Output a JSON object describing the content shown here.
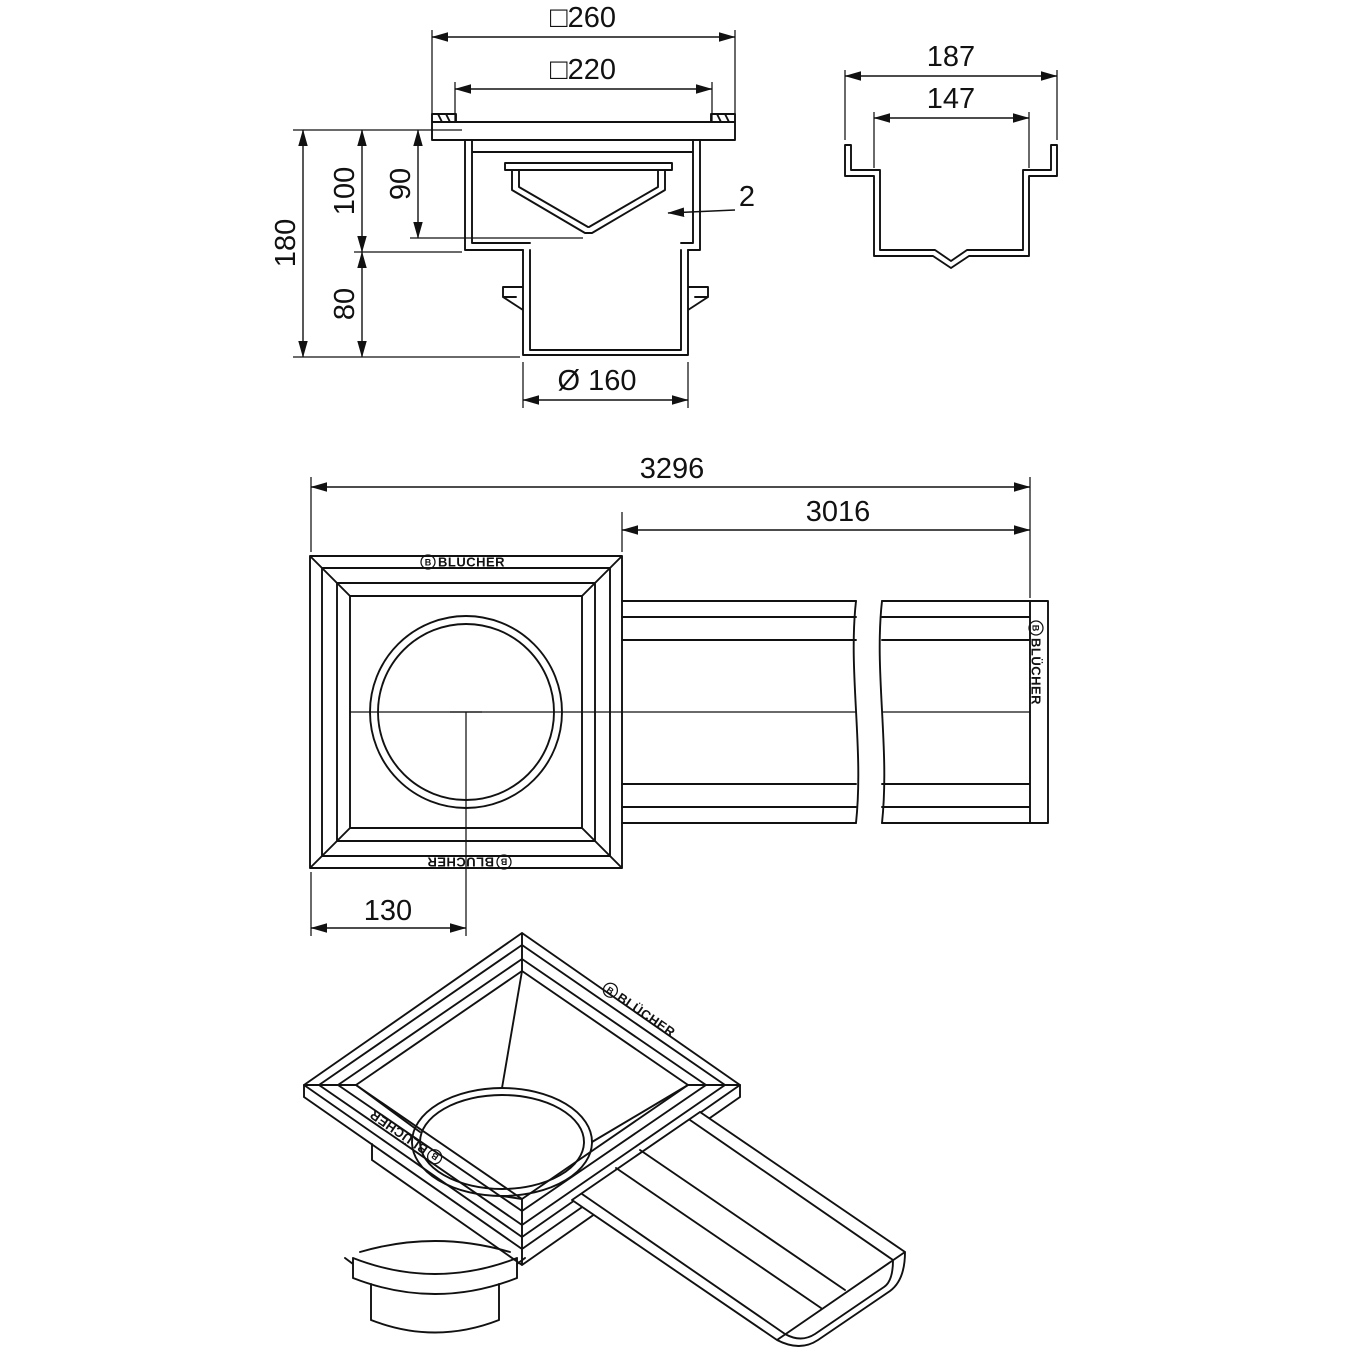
{
  "brand": {
    "name": "BLÜCHER",
    "mark": "B"
  },
  "front_view": {
    "outer_frame_width": "□260",
    "inner_frame_width": "□220",
    "funnel_depth": "90",
    "upper_height": "100",
    "total_height": "180",
    "lower_height": "80",
    "outlet_diameter": "Ø 160",
    "wall_thickness": "2"
  },
  "side_view": {
    "outer_width": "187",
    "inner_width": "147"
  },
  "plan_view": {
    "total_length": "3296",
    "channel_length": "3016",
    "outlet_offset": "130"
  }
}
